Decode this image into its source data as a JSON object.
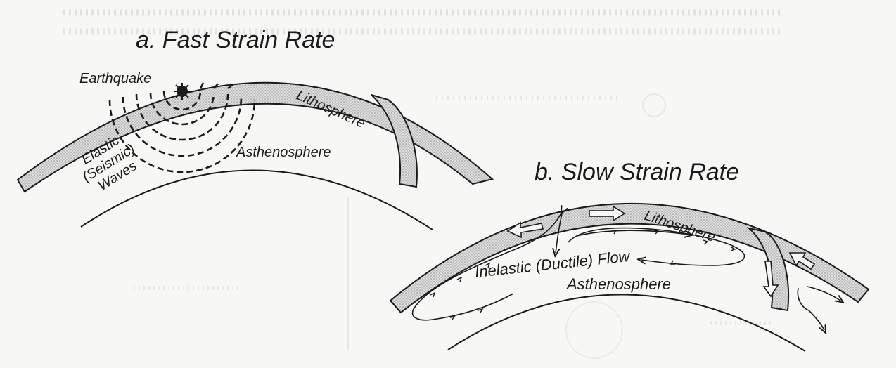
{
  "panel_a": {
    "title": "a. Fast Strain Rate",
    "earthquake": "Earthquake",
    "lithosphere": "Lithosphere",
    "asthenosphere": "Asthenosphere",
    "waves_line1": "Elastic",
    "waves_line2": "(Seismic)",
    "waves_line3": "Waves"
  },
  "panel_b": {
    "title": "b. Slow Strain Rate",
    "lithosphere": "Lithosphere",
    "flow": "Inelastic (Ductile) Flow",
    "asthenosphere": "Asthenosphere"
  },
  "colors": {
    "ink": "#1a1a1a",
    "plate_fill": "#cfcfcf",
    "paper": "#f7f7f5"
  }
}
